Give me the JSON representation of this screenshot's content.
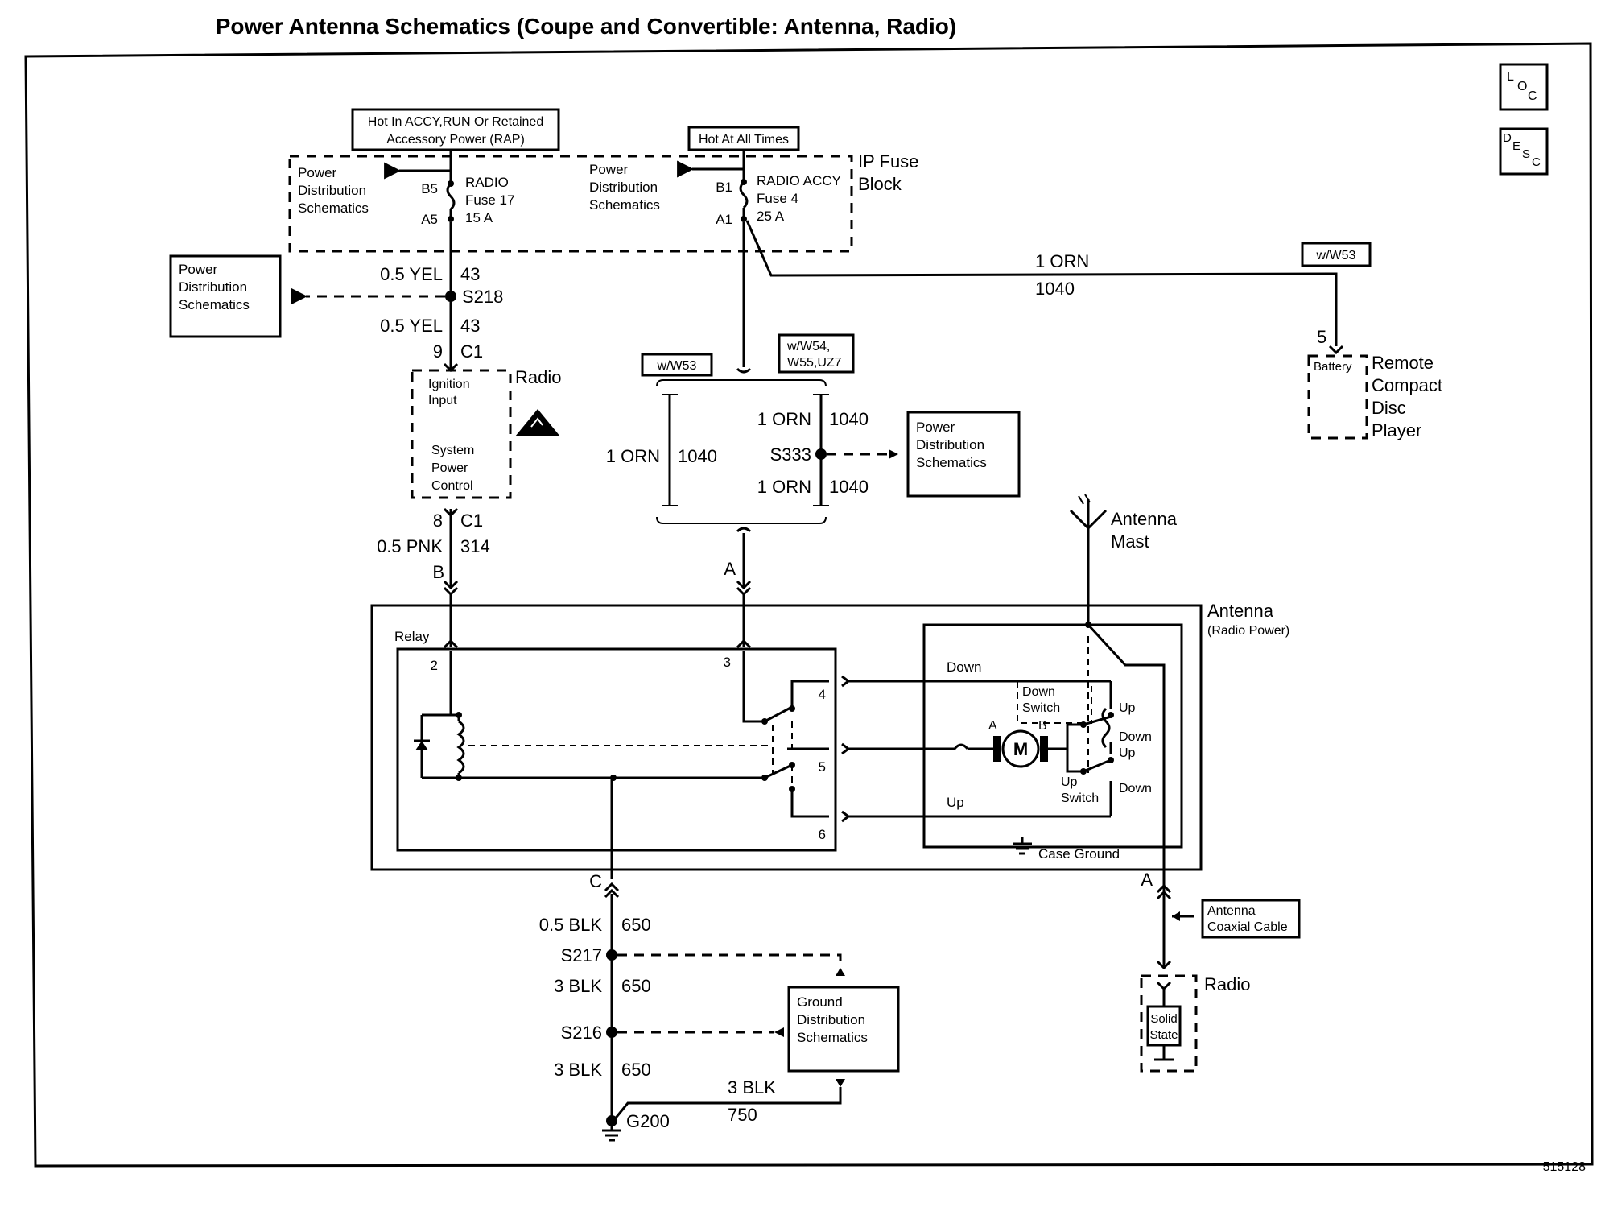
{
  "title": "Power Antenna Schematics (Coupe and Convertible: Antenna, Radio)",
  "figure_id": "515128",
  "icons": {
    "loc": "loc-icon",
    "desc": "desc-icon"
  },
  "icon_text": {
    "loc_l": "L",
    "loc_o": "O",
    "loc_c": "C",
    "desc_d": "D",
    "desc_e": "E",
    "desc_s": "S",
    "desc_c": "C"
  },
  "hot_accy": [
    "Hot In ACCY,RUN Or Retained",
    "Accessory Power (RAP)"
  ],
  "hot_all": "Hot At All Times",
  "ip_fuse_block": [
    "IP Fuse",
    "Block"
  ],
  "pds": [
    "Power",
    "Distribution",
    "Schematics"
  ],
  "fuse17": {
    "top_pin": "B5",
    "bottom_pin": "A5",
    "lines": [
      "RADIO",
      "Fuse 17",
      "15 A"
    ]
  },
  "fuse4": {
    "top_pin": "B1",
    "bottom_pin": "A1",
    "lines": [
      "RADIO ACCY",
      "Fuse 4",
      "25 A"
    ]
  },
  "wire_orn_top": {
    "size_color": "1 ORN",
    "circuit": "1040"
  },
  "w53": "w/W53",
  "w54": [
    "w/W54,",
    "W55,UZ7"
  ],
  "cd_player": {
    "pin": "5",
    "battery": "Battery",
    "lines": [
      "Remote",
      "Compact",
      "Disc",
      "Player"
    ]
  },
  "yel1": {
    "size_color": "0.5 YEL",
    "circuit": "43"
  },
  "s218": "S218",
  "yel2": {
    "size_color": "0.5 YEL",
    "circuit": "43"
  },
  "c1_top": {
    "pin": "9",
    "conn": "C1"
  },
  "radio_label": "Radio",
  "radio_box": {
    "ign": [
      "Ignition",
      "Input"
    ],
    "spc": [
      "System",
      "Power",
      "Control"
    ]
  },
  "c1_bot": {
    "pin": "8",
    "conn": "C1"
  },
  "pnk": {
    "size_color": "0.5 PNK",
    "circuit": "314"
  },
  "conn_b": "B",
  "orn_left": {
    "size_color": "1 ORN",
    "circuit": "1040"
  },
  "orn_r1": {
    "size_color": "1 ORN",
    "circuit": "1040"
  },
  "s333": "S333",
  "orn_r2": {
    "size_color": "1 ORN",
    "circuit": "1040"
  },
  "conn_a": "A",
  "antenna_mast": [
    "Antenna",
    "Mast"
  ],
  "antenna_label": [
    "Antenna",
    "(Radio Power)"
  ],
  "relay": {
    "label": "Relay",
    "pins": [
      "2",
      "3",
      "4",
      "5",
      "6"
    ]
  },
  "motor": {
    "label": "M",
    "pin_a": "A",
    "pin_b": "B",
    "down": "Down",
    "up": "Up",
    "down_switch": [
      "Down",
      "Switch"
    ],
    "up_switch": [
      "Up",
      "Switch"
    ],
    "sw_labels": [
      "Up",
      "Down",
      "Up",
      "Down"
    ],
    "case_ground": "Case Ground"
  },
  "conn_c": "C",
  "blk1": {
    "size_color": "0.5 BLK",
    "circuit": "650"
  },
  "s217": "S217",
  "blk2": {
    "size_color": "3 BLK",
    "circuit": "650"
  },
  "s216": "S216",
  "blk3": {
    "size_color": "3 BLK",
    "circuit": "650"
  },
  "blk4": {
    "size_color": "3 BLK",
    "circuit": "750"
  },
  "g200": "G200",
  "gds": [
    "Ground",
    "Distribution",
    "Schematics"
  ],
  "conn_a2": "A",
  "coax": [
    "Antenna",
    "Coaxial Cable"
  ],
  "radio2_label": "Radio",
  "solid_state": [
    "Solid",
    "State"
  ]
}
